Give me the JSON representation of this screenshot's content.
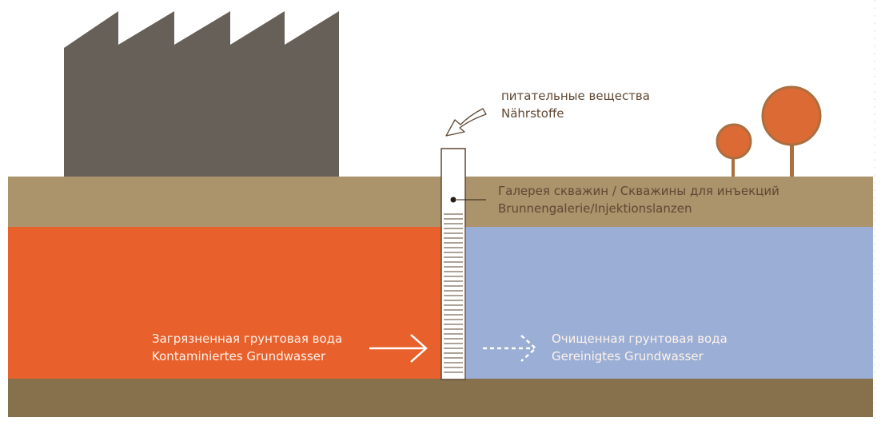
{
  "nutrients": {
    "line1": "питательные вещества",
    "line2": "Nährstoffe"
  },
  "well_gallery": {
    "line1": "Галерея скважин / Скважины для инъекций",
    "line2": "Brunnengalerie/Injektionslanzen"
  },
  "contaminated": {
    "line1": "Загрязненная грунтовая вода",
    "line2": "Kontaminiertes Grundwasser"
  },
  "cleaned": {
    "line1": "Очищенная грунтовая вода",
    "line2": "Gereinigtes Grundwasser"
  },
  "colors": {
    "surface_soil": "#ab936c",
    "contaminated_water": "#e8602c",
    "clean_water": "#9aaed6",
    "bedrock": "#87704c",
    "factory": "#666059",
    "tree_crown": "#db6a35",
    "tree_trunk": "#ab6f3f",
    "text_dark": "#5f4733",
    "text_light": "#fff3ea"
  }
}
